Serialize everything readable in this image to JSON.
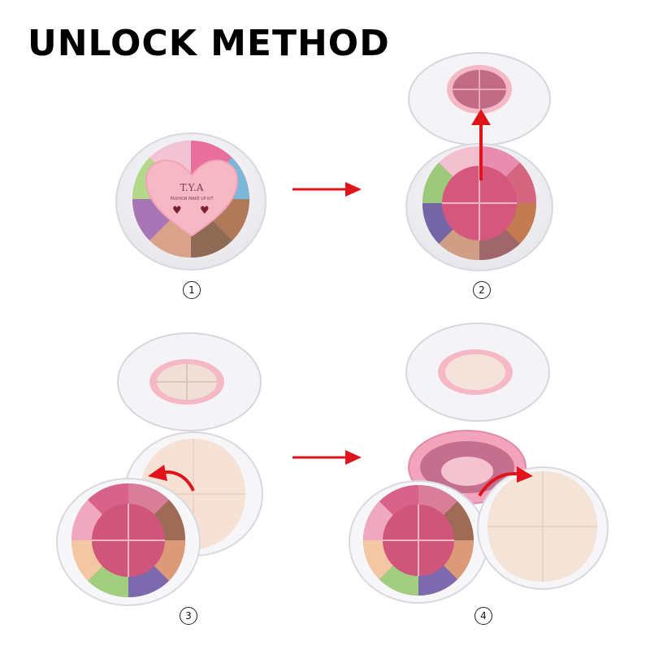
{
  "title": "UNLOCK METHOD",
  "steps": [
    "1",
    "2",
    "3",
    "4"
  ],
  "lid_brand": "T.Y.A",
  "lid_subtitle": "FASHION MAKE UP KIT",
  "colors": {
    "arrow": "#e0141a",
    "lid_pink": "#f5b8c4",
    "case_edge": "#e9e9ee"
  }
}
